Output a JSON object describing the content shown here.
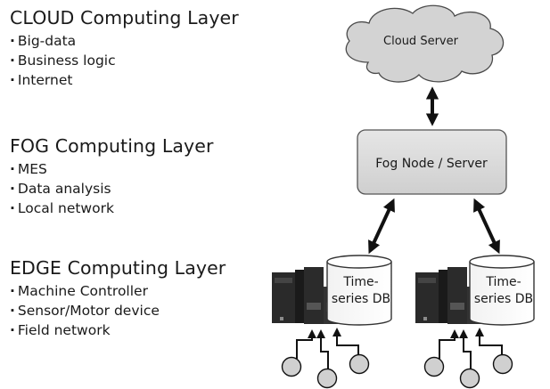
{
  "layers": {
    "cloud": {
      "title": "CLOUD Computing Layer",
      "items": [
        "Big-data",
        "Business logic",
        "Internet"
      ]
    },
    "fog": {
      "title": "FOG Computing Layer",
      "items": [
        "MES",
        "Data analysis",
        "Local network"
      ]
    },
    "edge": {
      "title": "EDGE Computing Layer",
      "items": [
        "Machine Controller",
        "Sensor/Motor device",
        "Field network"
      ]
    }
  },
  "diagram": {
    "cloud_server_label": "Cloud Server",
    "fog_node_label": "Fog Node / Server",
    "edge_nodes": [
      {
        "db_label_line1": "Time-",
        "db_label_line2": "series DB"
      },
      {
        "db_label_line1": "Time-",
        "db_label_line2": "series DB"
      }
    ],
    "colors": {
      "cloud_fill": "#d3d3d3",
      "fog_box_fill": "#dcdcdc",
      "controller_dark": "#1f1f1f",
      "line": "#111111"
    }
  }
}
